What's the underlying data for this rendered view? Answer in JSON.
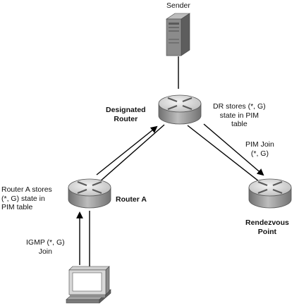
{
  "nodes": {
    "sender": {
      "label": "Sender",
      "icon": "server-icon"
    },
    "designated_router": {
      "label_line1": "Designated",
      "label_line2": "Router",
      "icon": "router-icon"
    },
    "router_a": {
      "label": "Router A",
      "icon": "router-icon"
    },
    "rendezvous_point": {
      "label_line1": "Rendezvous",
      "label_line2": "Point",
      "icon": "router-icon"
    },
    "host": {
      "icon": "desktop-computer-icon"
    }
  },
  "annotations": {
    "dr_stores": [
      "DR stores (*, G)",
      "state in PIM",
      "table"
    ],
    "pim_join": [
      "PIM Join",
      "(*, G)"
    ],
    "router_a_stores": [
      "Router A stores",
      "(*, G) state in",
      "PIM table"
    ],
    "igmp_join": [
      "IGMP (*, G)",
      "Join"
    ]
  },
  "colors": {
    "router_body": "#9a9a9a",
    "router_top": "#d6d6d6",
    "server_body": "#7e7e7e",
    "line": "#000000"
  }
}
